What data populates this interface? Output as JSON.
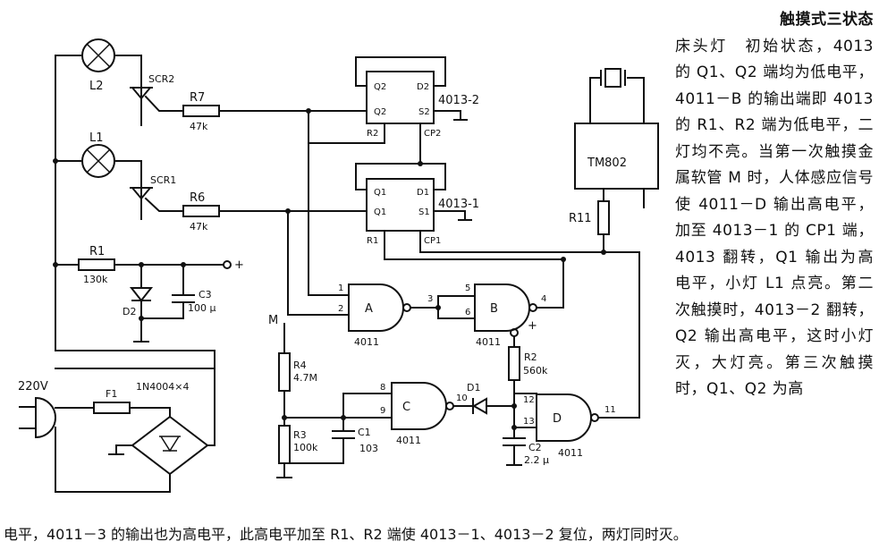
{
  "title": "触摸式三状态",
  "description": "床头灯　初始状态，4013 的 Q1、Q2 端均为低电平，4011－B 的输出端即 4013 的 R1、R2 端为低电平，二灯均不亮。当第一次触摸金属软管 M 时，人体感应信号使 4011－D 输出高电平，加至 4013－1 的 CP1 端，4013 翻转，Q1 输出为高电平，小灯 L1 点亮。第二次触摸时，4013－2 翻转，Q2 输出高电平，这时小灯灭，大灯亮。第三次触摸时，Q1、Q2 为高",
  "bottom_text": "电平，4011－3 的输出也为高电平，此高电平加至 R1、R2 端使 4013－1、4013－2 复位，两灯同时灭。",
  "labels": {
    "L2": "L2",
    "L1": "L1",
    "SCR2": "SCR2",
    "SCR1": "SCR1",
    "R7": "R7",
    "R7v": "47k",
    "R6": "R6",
    "R6v": "47k",
    "R1": "R1",
    "R1v": "130k",
    "D2": "D2",
    "C3": "C3",
    "C3v": "100 μ",
    "plus": "+",
    "M": "M",
    "R4": "R4",
    "R4v": "4.7M",
    "R3": "R3",
    "R3v": "100k",
    "C1": "C1",
    "C1v": "103",
    "D1": "D1",
    "R2": "R2",
    "R2v": "560k",
    "C2": "C2",
    "C2v": "2.2 μ",
    "R11": "R11",
    "TM802": "TM802",
    "ac": "220V",
    "F1": "F1",
    "bridge": "1N4004×4",
    "ic1": "4013-1",
    "ic2": "4013-2",
    "Q1b": "Q1",
    "Q1": "Q1",
    "D1pin": "D1",
    "S1": "S1",
    "R1pin": "R1",
    "CP1": "CP1",
    "Q2b": "Q2",
    "Q2": "Q2",
    "D2pin": "D2",
    "S2": "S2",
    "R2pin": "R2",
    "CP2": "CP2",
    "gA": "A",
    "gB": "B",
    "gC": "C",
    "gD": "D",
    "chip": "4011",
    "p1": "1",
    "p2": "2",
    "p3": "3",
    "p4": "4",
    "p5": "5",
    "p6": "6",
    "p8": "8",
    "p9": "9",
    "p10": "10",
    "p11": "11",
    "p12": "12",
    "p13": "13"
  }
}
